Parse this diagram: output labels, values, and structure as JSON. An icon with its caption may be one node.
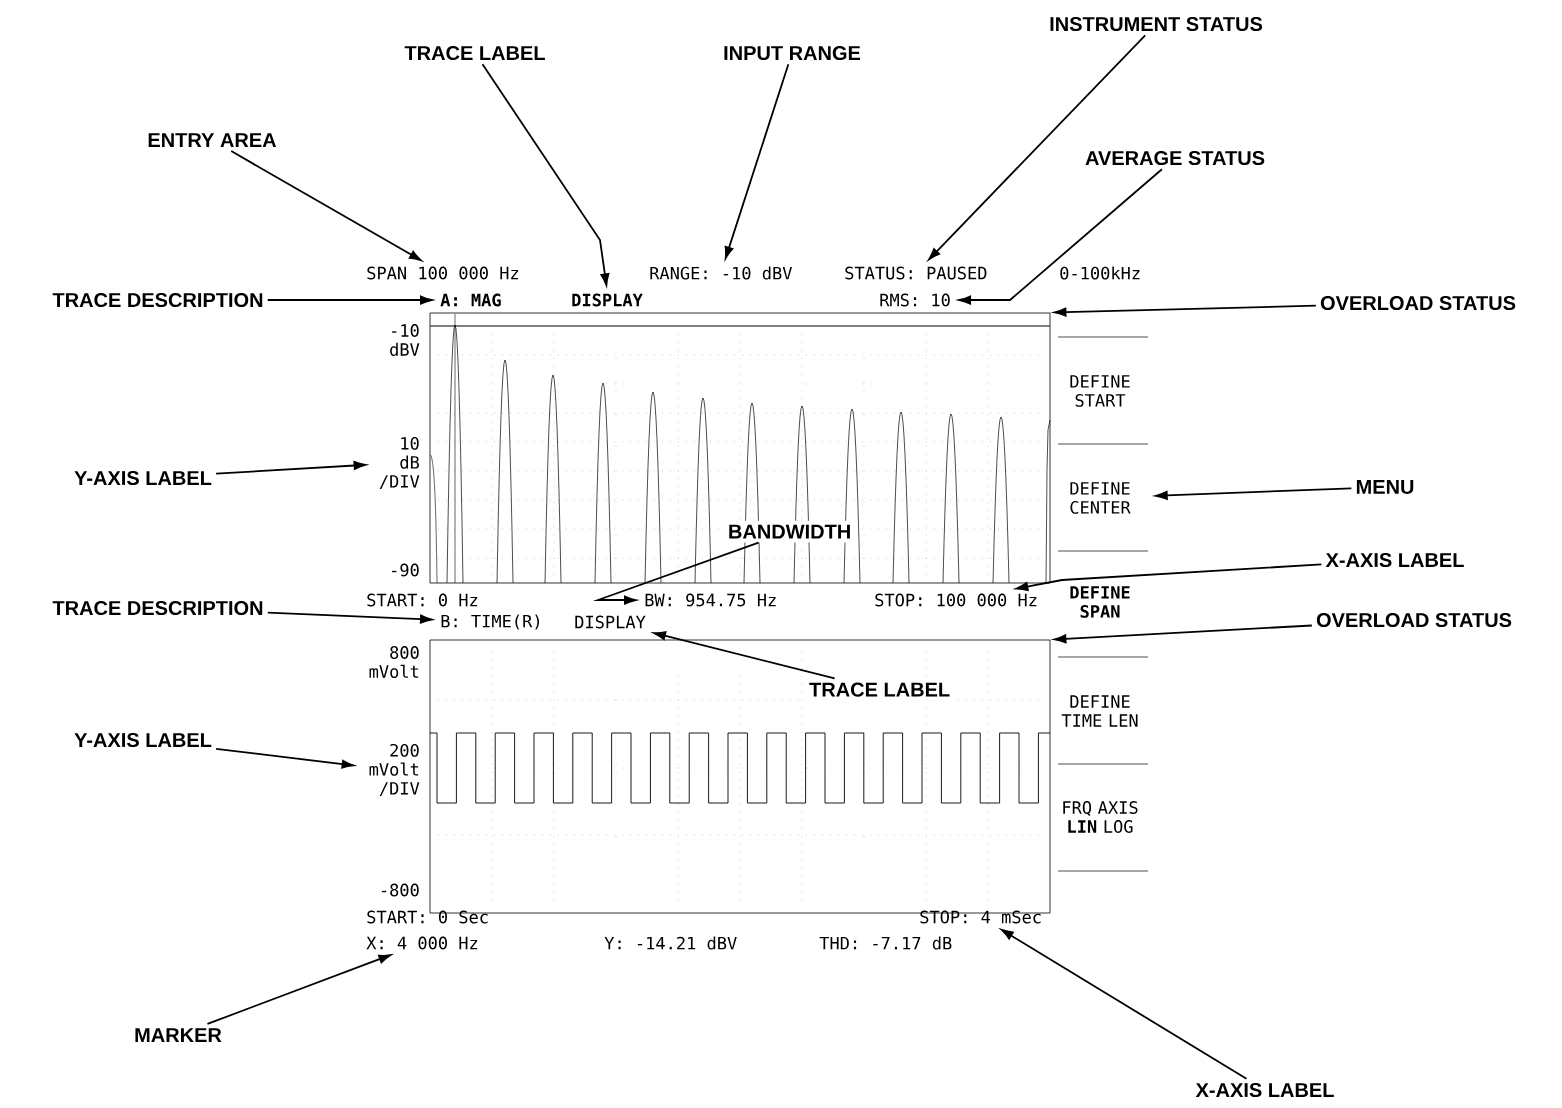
{
  "diagram": {
    "nodes": [
      {
        "text": [],
        "shape": "picture"
      },
      {
        "text": [],
        "shape": "picture"
      },
      {
        "text": [
          "TRACE LABEL"
        ]
      },
      {
        "text": [
          "INPUT RANGE"
        ]
      },
      {
        "text": [
          "INSTRUMENT STATUS"
        ]
      },
      {
        "text": [
          "ENTRY AREA"
        ]
      },
      {
        "text": [
          "AVERAGE STATUS"
        ]
      },
      {
        "text": [
          "TRACE DESCRIPTION"
        ]
      },
      {
        "text": [
          "OVERLOAD STATUS"
        ]
      },
      {
        "text": [
          "Y-AXIS LABEL"
        ]
      },
      {
        "text": [
          "MENU"
        ]
      },
      {
        "text": [
          "BANDWIDTH"
        ],
        "in": 0
      },
      {
        "text": [
          "X-AXIS LABEL"
        ]
      },
      {
        "text": [
          "TRACE DESCRIPTION"
        ]
      },
      {
        "text": [
          "OVERLOAD STATUS"
        ]
      },
      {
        "text": [
          "TRACE LABEL"
        ],
        "in": 1
      },
      {
        "text": [
          "Y-AXIS LABEL"
        ]
      },
      {
        "text": [
          "MARKER"
        ]
      },
      {
        "text": [
          "X-AXIS LABEL"
        ]
      },
      {
        "text": [
          "SPAN 100 000 Hz"
        ]
      },
      {
        "text": [
          "RANGE: -10 dBV"
        ]
      },
      {
        "text": [
          "STATUS: PAUSED"
        ]
      },
      {
        "text": [
          "A: MAG"
        ]
      },
      {
        "text": [
          "DISPLAY"
        ]
      },
      {
        "text": [
          "RMS: 10"
        ]
      },
      {
        "text": [
          "10 dB /DIV"
        ]
      },
      {
        "text": [
          "DEFINE CENTER"
        ]
      },
      {
        "text": [
          "BW: 954.75 Hz"
        ]
      },
      {
        "text": [
          "STOP: 100 000 Hz"
        ]
      },
      {
        "text": [
          "B: TIME(R)"
        ]
      },
      {
        "text": [
          "DISPLAY"
        ]
      },
      {
        "text": [
          "200 mVolt /DIV"
        ]
      },
      {
        "text": [
          "X: 4 000 Hz"
        ]
      },
      {
        "text": [
          "STOP: 4 mSec"
        ]
      }
    ],
    "edges": [
      {
        "from": 5,
        "to": 19,
        "arrow": "to"
      },
      {
        "from": 2,
        "to": 23,
        "arrow": "to"
      },
      {
        "from": 3,
        "to": 20,
        "arrow": "to"
      },
      {
        "from": 4,
        "to": 21,
        "arrow": "to"
      },
      {
        "from": 6,
        "to": 24,
        "arrow": "to"
      },
      {
        "from": 7,
        "to": 22,
        "arrow": "to"
      },
      {
        "from": 8,
        "to": 0,
        "arrow": "to"
      },
      {
        "from": 9,
        "to": 25,
        "arrow": "to"
      },
      {
        "from": 10,
        "to": 26,
        "arrow": "to"
      },
      {
        "from": 11,
        "to": 27,
        "arrow": "to"
      },
      {
        "from": 12,
        "to": 28,
        "arrow": "to"
      },
      {
        "from": 13,
        "to": 29,
        "arrow": "to"
      },
      {
        "from": 14,
        "to": 1,
        "arrow": "to"
      },
      {
        "from": 15,
        "to": 30,
        "arrow": "to"
      },
      {
        "from": 16,
        "to": 31,
        "arrow": "to"
      },
      {
        "from": 17,
        "to": 32,
        "arrow": "to"
      },
      {
        "from": 18,
        "to": 33,
        "arrow": "to"
      }
    ],
    "labels": [
      "0-100kHz",
      "-10 dBV",
      "-90",
      "START: 0 Hz",
      "DEFINE START",
      "DEFINE SPAN",
      "800 mVolt",
      "-800",
      "START: 0 Sec",
      "DEFINE TIME LEN",
      "FRQ AXIS **LIN** LOG",
      "Y: -14.21 dBV",
      "THD: -7.17 dB"
    ]
  }
}
